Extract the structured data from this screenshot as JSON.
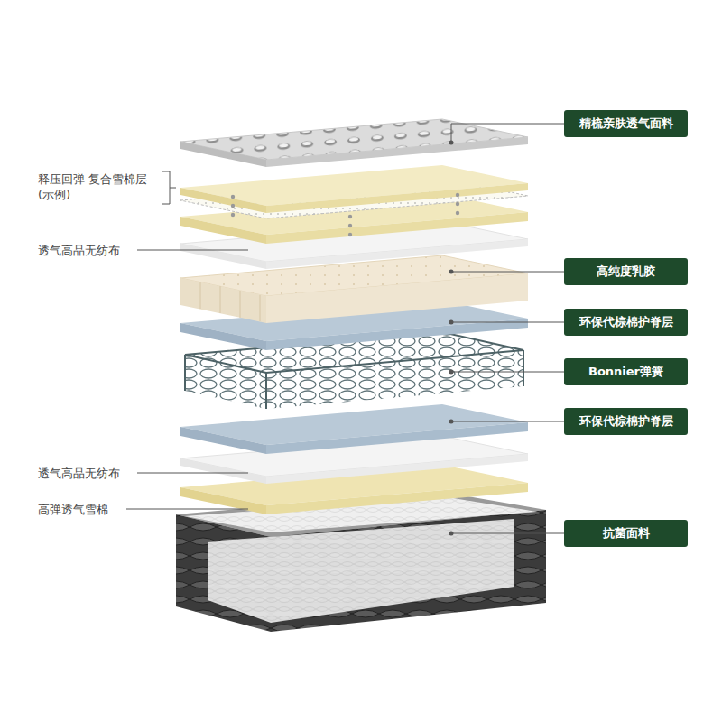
{
  "diagram": {
    "nodes": [
      {
        "text": [
          "精梳亲肤透气面料"
        ]
      },
      {
        "text": [
          "高纯度乳胶"
        ]
      },
      {
        "text": [
          "环保代棕棉护脊层"
        ]
      },
      {
        "text": [
          "Bonnier弹簧"
        ]
      },
      {
        "text": [
          "环保代棕棉护脊层"
        ]
      },
      {
        "text": [
          "抗菌面料"
        ]
      }
    ],
    "labels": [
      "释压回弹 复合雪棉层(示例)",
      "透气高品无纺布",
      "透气高品无纺布",
      "高弹透气雪棉"
    ]
  }
}
